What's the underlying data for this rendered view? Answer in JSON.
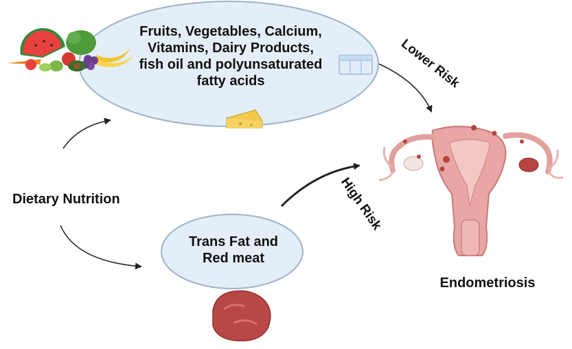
{
  "labels": {
    "top_ellipse_lines": [
      "Fruits, Vegetables, Calcium,",
      "Vitamins, Dairy Products,",
      "fish oil and polyunsaturated",
      "fatty acids"
    ],
    "bottom_ellipse_lines": [
      "Trans Fat and",
      "Red meat"
    ],
    "dietary": "Dietary Nutrition",
    "endometriosis": "Endometriosis",
    "lower_risk": "Lower Risk",
    "high_risk": "High Risk"
  },
  "icons": [
    "fruit-vegetable-pile-icon",
    "yogurt-cups-icon",
    "cheese-wedge-icon",
    "red-meat-icon",
    "uterus-illustration-icon"
  ],
  "colors": {
    "ellipse_fill": "#e4eef8",
    "ellipse_stroke": "#9fb2c8",
    "arrow": "#222222",
    "uterus": "#e8a7a4",
    "meat": "#c0504e"
  }
}
